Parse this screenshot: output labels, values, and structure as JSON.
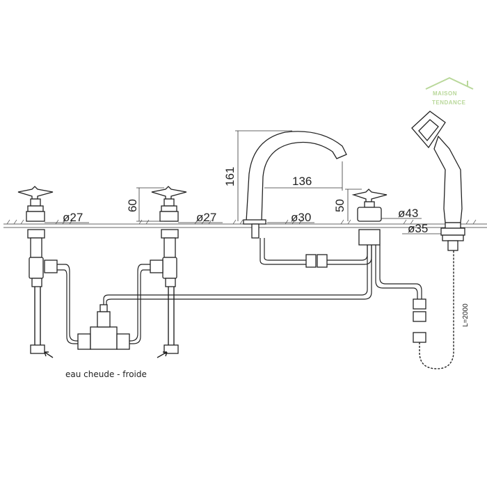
{
  "logo": {
    "line1": "MAISON",
    "line2": "TENDANCE",
    "color": "#b9d89a"
  },
  "dimensions": {
    "d_left_tap": "ø27",
    "d_right_tap": "ø27",
    "h_tap": "60",
    "h_spout": "161",
    "reach_spout": "136",
    "d_spout": "ø30",
    "h_diverter": "50",
    "d_diverter": "ø43",
    "d_shower": "ø35",
    "hose_length": "L=2000"
  },
  "caption": {
    "supply": "eau cheude  - froide"
  },
  "colors": {
    "line": "#222222"
  }
}
